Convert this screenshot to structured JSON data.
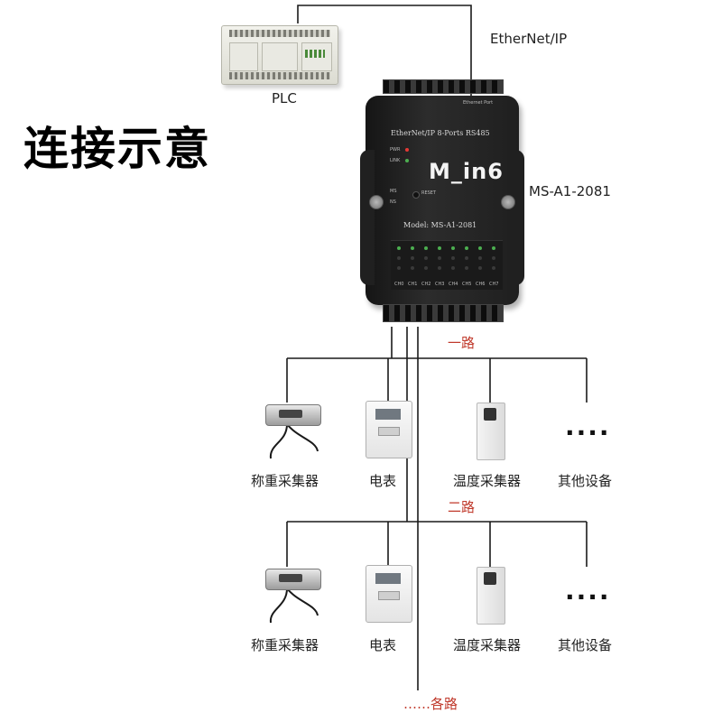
{
  "diagram": {
    "title": "连接示意",
    "plc_label": "PLC",
    "network_label": "EtherNet/IP",
    "gateway_label": "MS-A1-2081",
    "gateway": {
      "header": "EtherNet/IP  8-Ports RS485",
      "brand": "M_in6",
      "model": "Model: MS-A1-2081",
      "port_label": "Ethernet Port",
      "pwr_label": "PWR",
      "link_label": "LINK",
      "ms_label": "MS",
      "ns_label": "NS",
      "reset_label": "RESET",
      "channel_labels": [
        "CH0",
        "CH1",
        "CH2",
        "CH3",
        "CH4",
        "CH5",
        "CH6",
        "CH7"
      ]
    },
    "branches": [
      {
        "label": "一路",
        "devices": [
          "称重采集器",
          "电表",
          "温度采集器",
          "其他设备"
        ]
      },
      {
        "label": "二路",
        "devices": [
          "称重采集器",
          "电表",
          "温度采集器",
          "其他设备"
        ]
      }
    ],
    "more_label": "……各路",
    "ellipsis_glyph": "····",
    "colors": {
      "wire": "#1a1a1a",
      "branch_label": "#c0392b",
      "led_green": "#4caf50",
      "led_red": "#e53935"
    }
  }
}
